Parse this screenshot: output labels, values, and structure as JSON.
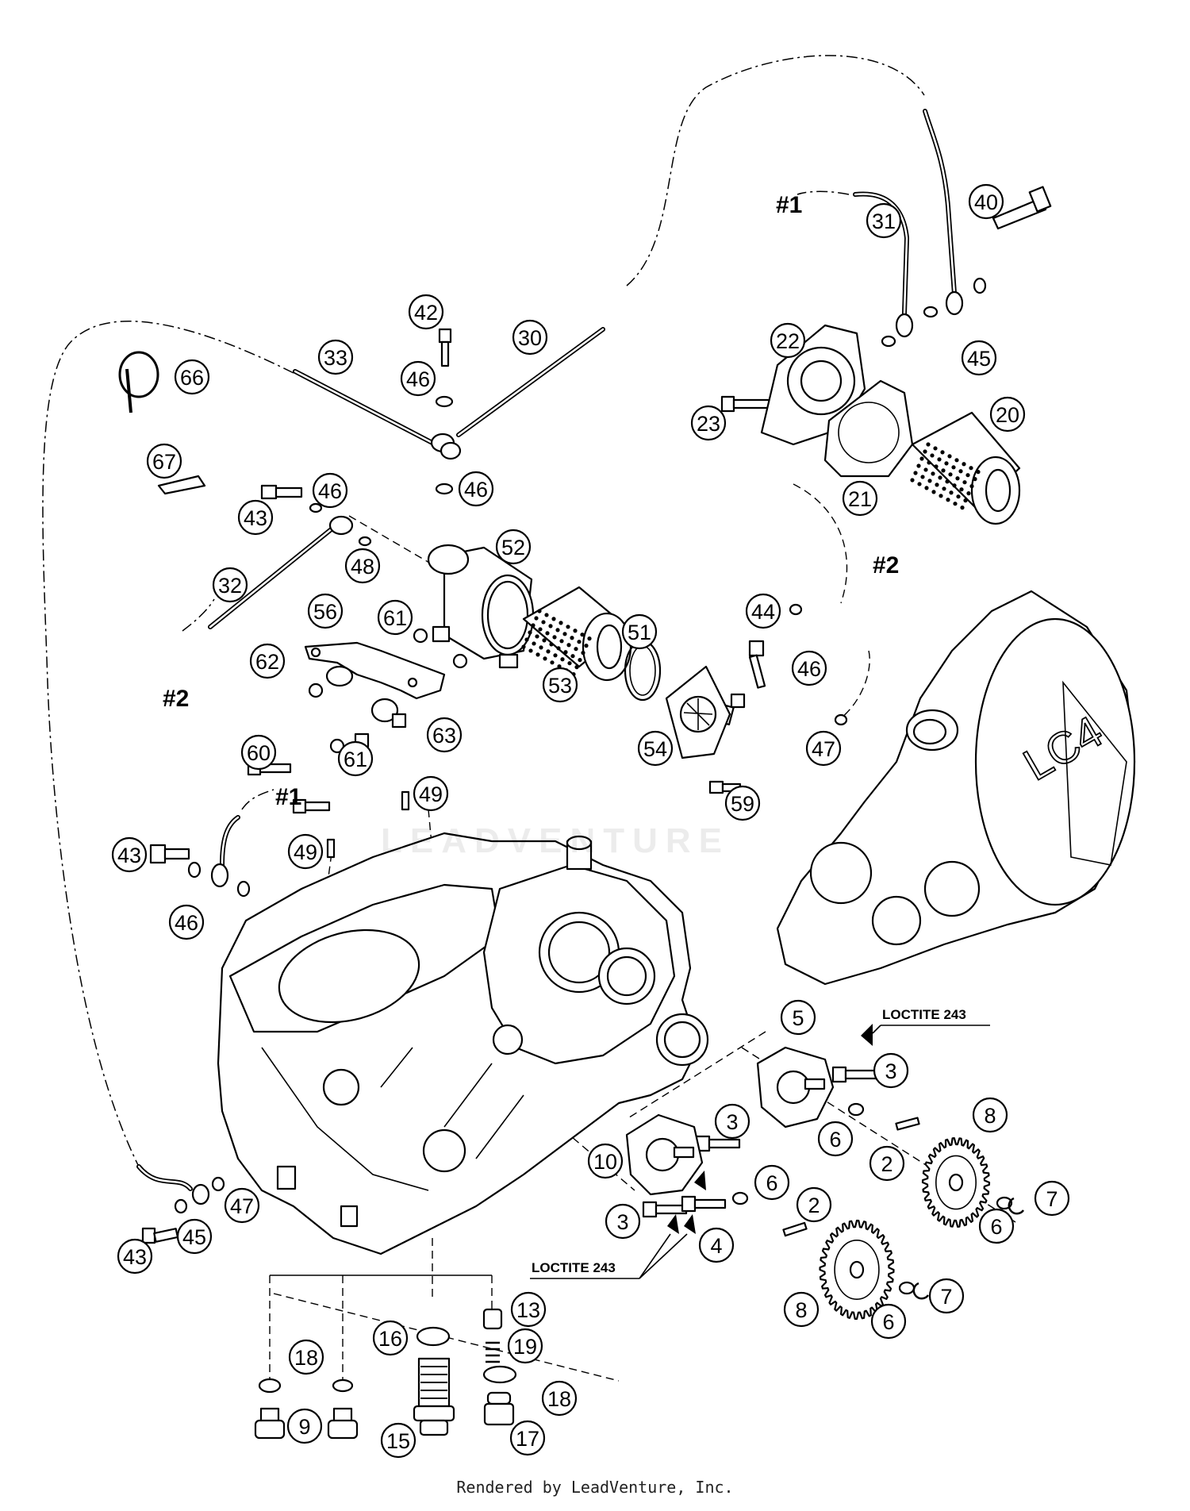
{
  "callouts": [
    {
      "n": "66"
    },
    {
      "n": "33"
    },
    {
      "n": "42"
    },
    {
      "n": "30"
    },
    {
      "n": "46"
    },
    {
      "n": "46"
    },
    {
      "n": "67"
    },
    {
      "n": "43"
    },
    {
      "n": "46"
    },
    {
      "n": "52"
    },
    {
      "n": "48"
    },
    {
      "n": "32"
    },
    {
      "n": "56"
    },
    {
      "n": "61"
    },
    {
      "n": "62"
    },
    {
      "n": "53"
    },
    {
      "n": "51"
    },
    {
      "n": "60"
    },
    {
      "n": "61"
    },
    {
      "n": "63"
    },
    {
      "n": "54"
    },
    {
      "n": "44"
    },
    {
      "n": "46"
    },
    {
      "n": "47"
    },
    {
      "n": "59"
    },
    {
      "n": "40"
    },
    {
      "n": "31"
    },
    {
      "n": "45"
    },
    {
      "n": "22"
    },
    {
      "n": "23"
    },
    {
      "n": "20"
    },
    {
      "n": "21"
    },
    {
      "n": "49"
    },
    {
      "n": "49"
    },
    {
      "n": "43"
    },
    {
      "n": "46"
    },
    {
      "n": "5"
    },
    {
      "n": "3"
    },
    {
      "n": "6"
    },
    {
      "n": "8"
    },
    {
      "n": "2"
    },
    {
      "n": "3"
    },
    {
      "n": "10"
    },
    {
      "n": "6"
    },
    {
      "n": "7"
    },
    {
      "n": "2"
    },
    {
      "n": "6"
    },
    {
      "n": "3"
    },
    {
      "n": "4"
    },
    {
      "n": "47"
    },
    {
      "n": "45"
    },
    {
      "n": "43"
    },
    {
      "n": "8"
    },
    {
      "n": "7"
    },
    {
      "n": "6"
    },
    {
      "n": "13"
    },
    {
      "n": "18"
    },
    {
      "n": "16"
    },
    {
      "n": "19"
    },
    {
      "n": "18"
    },
    {
      "n": "9"
    },
    {
      "n": "15"
    },
    {
      "n": "17"
    }
  ],
  "refs": [
    {
      "label": "#1"
    },
    {
      "label": "#2"
    },
    {
      "label": "#2"
    },
    {
      "label": "#1"
    }
  ],
  "notes": [
    {
      "label": "LOCTITE 243"
    },
    {
      "label": "LOCTITE 243"
    }
  ],
  "cover_logo": "LC4",
  "watermark": "LEADVENTURE",
  "footer": "Rendered by LeadVenture, Inc."
}
